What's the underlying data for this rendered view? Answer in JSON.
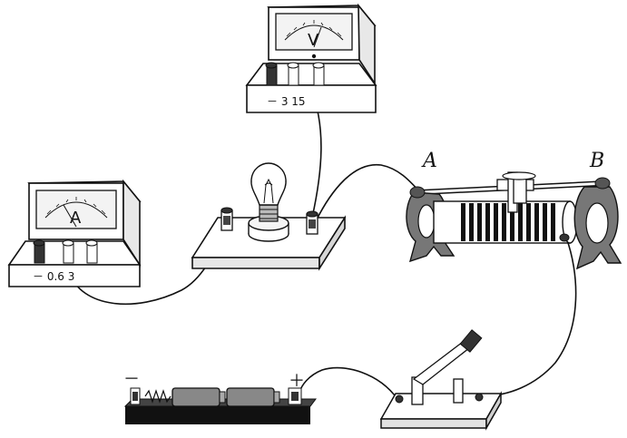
{
  "diagram": {
    "voltmeter": {
      "symbol": "V",
      "terminal_labels": "－  3  15"
    },
    "ammeter": {
      "symbol": "A",
      "terminal_labels": "－  0.6  3"
    },
    "rheostat": {
      "label_a": "A",
      "label_b": "B"
    },
    "battery": {
      "minus_label": "－",
      "plus_label": "＋"
    }
  }
}
